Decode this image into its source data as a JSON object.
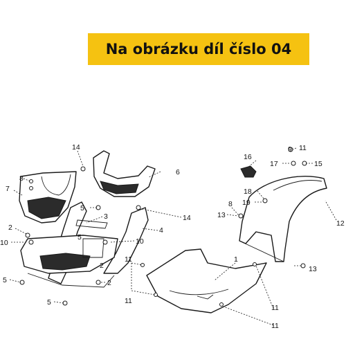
{
  "banner": {
    "text": "Na obrázku díl číslo 04",
    "background_color": "#f5c211",
    "text_color": "#111111"
  },
  "callouts": {
    "c1": "1",
    "c2a": "2",
    "c2b": "2",
    "c2c": "2",
    "c3": "3",
    "c4": "4",
    "c5a": "5",
    "c5b": "5",
    "c5c": "5",
    "c5d": "5",
    "c6": "6",
    "c7": "7",
    "c8a": "8",
    "c8b": "8",
    "c9": "9",
    "c10a": "10",
    "c10b": "10",
    "c11a": "11",
    "c11b": "11",
    "c11c": "11",
    "c11d": "11",
    "c12": "12",
    "c13a": "13",
    "c13b": "13",
    "c14a": "14",
    "c14b": "14",
    "c15": "15",
    "c16": "16",
    "c17": "17",
    "c18": "18",
    "c19": "19"
  }
}
